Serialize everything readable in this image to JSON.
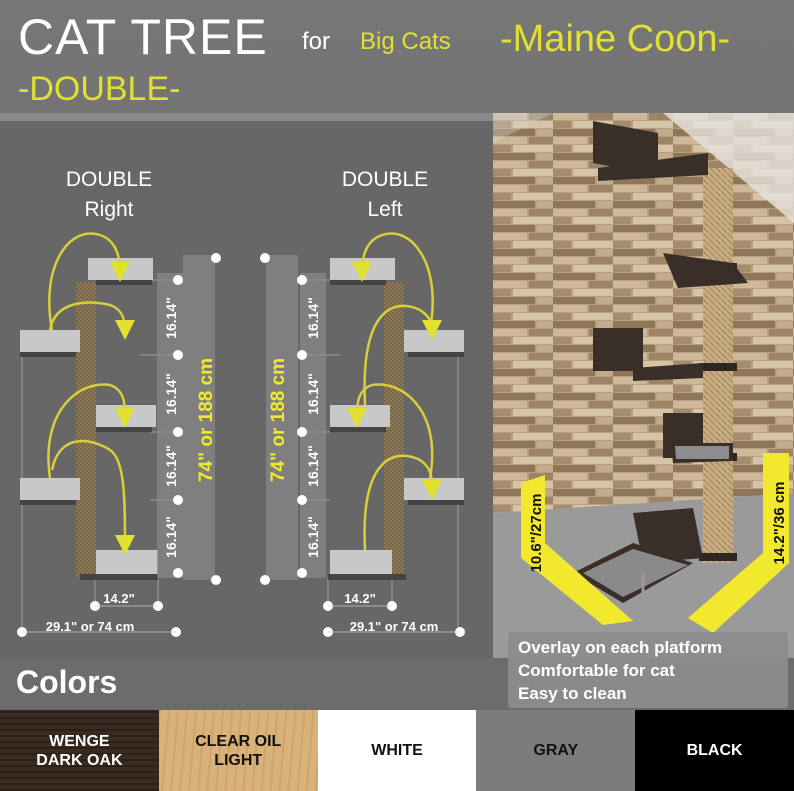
{
  "header": {
    "title": "CAT TREE",
    "for_text": "for",
    "big_cats": "Big Cats",
    "breed": "-Maine Coon-",
    "variant": "-DOUBLE-"
  },
  "diagrams": {
    "right": {
      "title_line1": "DOUBLE",
      "title_line2": "Right",
      "step": "16.14\"",
      "height": "74\" or 188 cm",
      "shelf_width": "14.2\"",
      "total_width": "29.1\" or 74 cm"
    },
    "left": {
      "title_line1": "DOUBLE",
      "title_line2": "Left",
      "step": "16.14\"",
      "height": "74\" or 188 cm",
      "shelf_width": "14.2\"",
      "total_width": "29.1\" or 74 cm"
    }
  },
  "photo": {
    "dim_left": "10.6\"/27cm",
    "dim_right": "14.2\"/36 cm",
    "overlay_lines": [
      "Overlay on each platform",
      "Comfortable for cat",
      "Easy to clean"
    ]
  },
  "colors_section": {
    "label": "Colors",
    "swatches": [
      {
        "line1": "WENGE",
        "line2": "DARK OAK",
        "bg": "#3a2a20",
        "fg": "#ffffff"
      },
      {
        "line1": "CLEAR OIL",
        "line2": "LIGHT",
        "bg": "#d9b27a",
        "fg": "#111111"
      },
      {
        "line1": "WHITE",
        "line2": "",
        "bg": "#ffffff",
        "fg": "#111111"
      },
      {
        "line1": "GRAY",
        "line2": "",
        "bg": "#7c7c7c",
        "fg": "#111111"
      },
      {
        "line1": "BLACK",
        "line2": "",
        "bg": "#000000",
        "fg": "#ffffff"
      }
    ]
  },
  "accent_color": "#e2e030"
}
